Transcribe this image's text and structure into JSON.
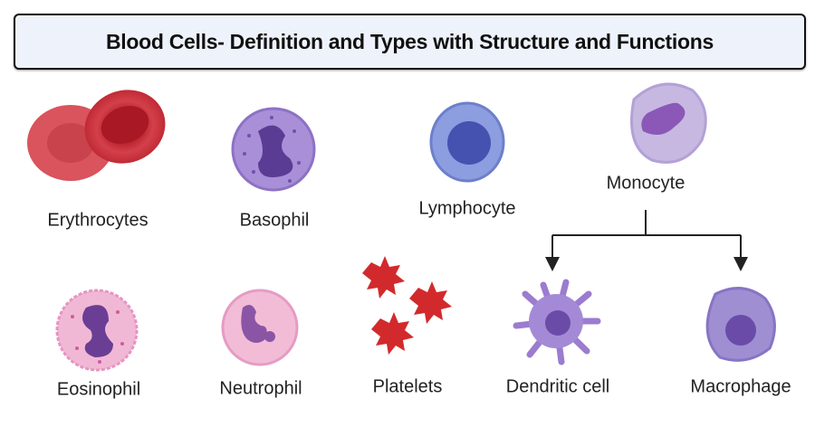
{
  "title": "Blood Cells- Definition and Types with Structure and Functions",
  "labels": {
    "erythrocytes": "Erythrocytes",
    "basophil": "Basophil",
    "lymphocyte": "Lymphocyte",
    "monocyte": "Monocyte",
    "eosinophil": "Eosinophil",
    "neutrophil": "Neutrophil",
    "platelets": "Platelets",
    "dendritic": "Dendritic cell",
    "macrophage": "Macrophage"
  }
}
